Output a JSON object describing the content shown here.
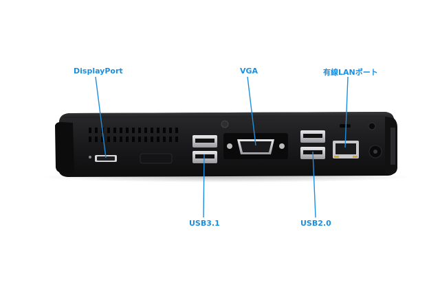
{
  "labels": {
    "displayport": "DisplayPort",
    "vga": "VGA",
    "lan": "有線LANポート",
    "usb31": "USB3.1",
    "usb20": "USB2.0"
  },
  "colors": {
    "callout": "#1a8fe0",
    "chassis": "#1b1b1d",
    "background": "#ffffff"
  }
}
